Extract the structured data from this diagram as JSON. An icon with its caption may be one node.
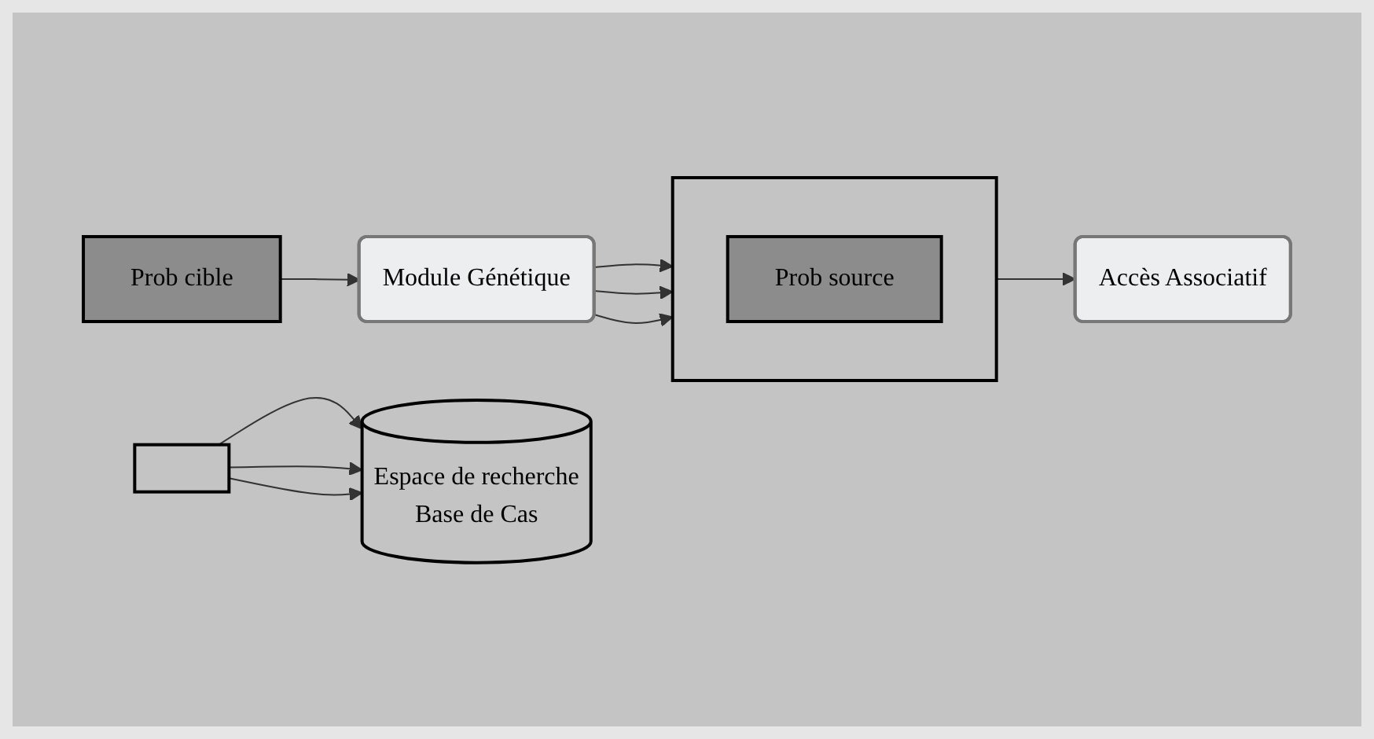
{
  "diagram": {
    "nodes": [
      {
        "text": [
          "Prob cible"
        ]
      },
      {
        "text": [],
        "shape": "cylinder"
      },
      {
        "text": [
          "Prob source"
        ],
        "in": 1
      },
      {
        "text": [
          "Module Génétique"
        ]
      },
      {
        "text": [
          "Accès Associatif"
        ]
      },
      {
        "text": [],
        "shape": "box"
      },
      {
        "text": [
          "Espace de recherche",
          "Base de Cas"
        ]
      }
    ],
    "edges": [
      {
        "from": 0,
        "to": 3,
        "arrow": "to"
      },
      {
        "from": 3,
        "to": 1,
        "arrow": "to"
      },
      {
        "from": 3,
        "to": 1,
        "arrow": "to"
      },
      {
        "from": 3,
        "to": 1,
        "arrow": "to"
      },
      {
        "from": 1,
        "to": 4,
        "arrow": "to"
      },
      {
        "from": 5,
        "to": 6,
        "arrow": "to"
      },
      {
        "from": 5,
        "to": 6,
        "arrow": "to"
      },
      {
        "from": 5,
        "to": 6,
        "arrow": "to"
      }
    ]
  }
}
